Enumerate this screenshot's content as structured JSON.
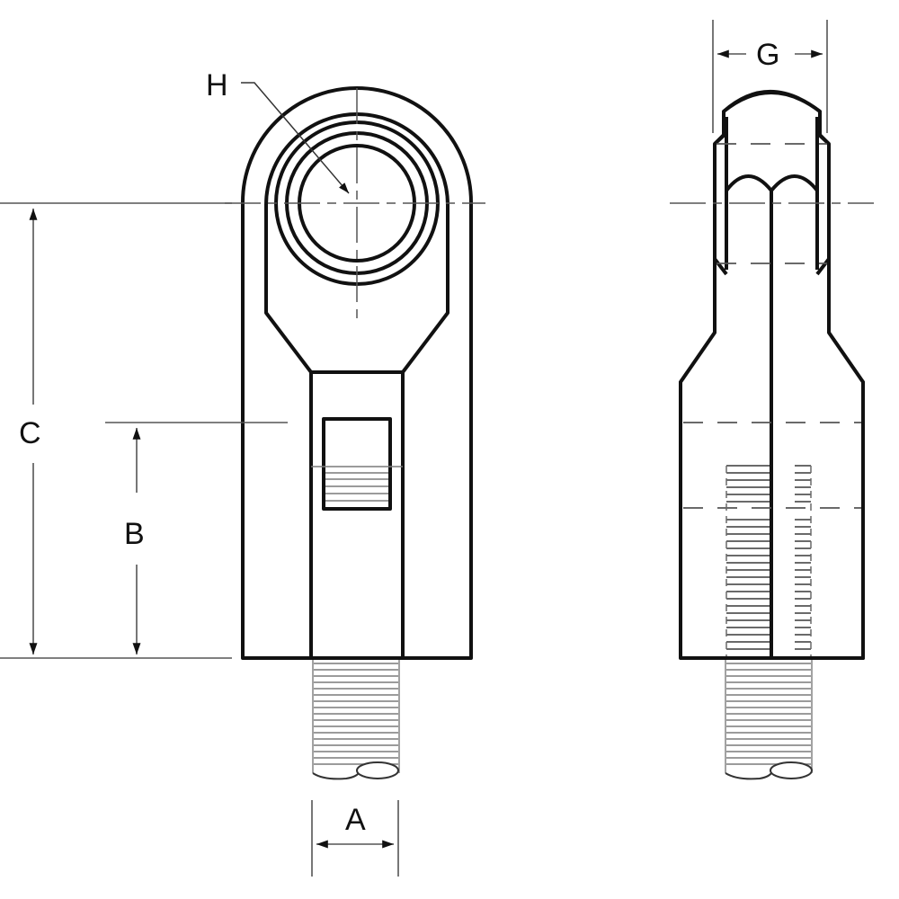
{
  "diagram": {
    "type": "technical-drawing",
    "subject": "threaded rod end clevis / eye fitting",
    "views": [
      {
        "name": "front-view",
        "description": "Eye rod end with bearing bore, body with inspection window, threaded stud"
      },
      {
        "name": "side-view",
        "description": "Side profile showing width G, split body, threaded stud"
      }
    ],
    "dimensions": {
      "A": {
        "label": "A",
        "meaning": "thread diameter"
      },
      "B": {
        "label": "B",
        "meaning": "thread engagement length"
      },
      "C": {
        "label": "C",
        "meaning": "center of eye to end of body"
      },
      "G": {
        "label": "G",
        "meaning": "eye width"
      },
      "H": {
        "label": "H",
        "meaning": "bore diameter (leader to eye center)"
      }
    },
    "colors": {
      "outline": "#111111",
      "dimension_lines": "#555555",
      "thread_lines": "#7a7a7a",
      "background": "#ffffff"
    }
  }
}
